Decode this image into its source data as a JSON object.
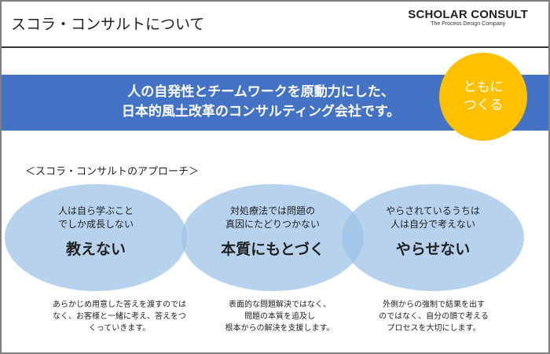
{
  "header": {
    "title": "スコラ・コンサルトについて",
    "logo_name": "SCHOLAR CONSULT",
    "logo_tagline": "The Process Design Company"
  },
  "banner": {
    "line1": "人の自発性とチームワークを原動力にした、",
    "line2": "日本的風土改革のコンサルティング会社です。"
  },
  "badge": {
    "line1": "ともに",
    "line2": "つくる"
  },
  "approach_title": "＜スコラ・コンサルトのアプローチ＞",
  "approaches": [
    {
      "sub1": "人は自ら学ぶこと",
      "sub2": "でしか成長しない",
      "main": "教えない",
      "desc1": "あらかじめ用意した答えを渡すのでは",
      "desc2": "なく、お客様と一緒に考え、答えをつ",
      "desc3": "くっていきます。"
    },
    {
      "sub1": "対処療法では問題の",
      "sub2": "真因にたどりつかない",
      "main": "本質にもとづく",
      "desc1": "表面的な問題解決ではなく、",
      "desc2": "問題の本質を追及し",
      "desc3": "根本からの解決を支援します。"
    },
    {
      "sub1": "やらされているうちは",
      "sub2": "人は自分で考えない",
      "main": "やらせない",
      "desc1": "外側からの強制で結果を出す",
      "desc2": "のではなく、自分の頭で考える",
      "desc3": "プロセスを大切にします。"
    }
  ],
  "colors": {
    "band": "#4472c4",
    "badge": "#ffc000",
    "ellipse": "#9dc3e6"
  }
}
